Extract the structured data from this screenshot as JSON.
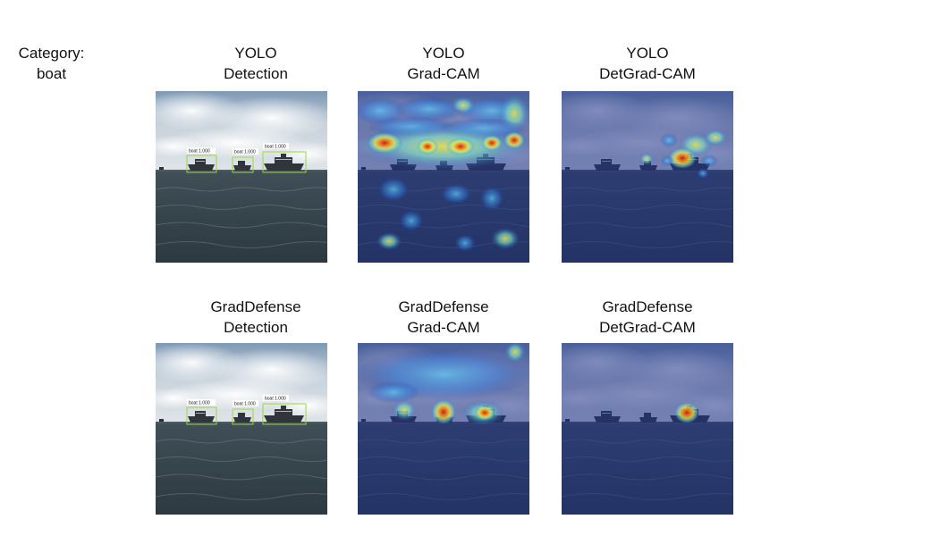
{
  "category": {
    "line1": "Category:",
    "line2": "boat"
  },
  "rows": [
    {
      "columns": [
        {
          "line1": "YOLO",
          "line2": "Detection"
        },
        {
          "line1": "YOLO",
          "line2": "Grad-CAM"
        },
        {
          "line1": "YOLO",
          "line2": "DetGrad-CAM"
        }
      ],
      "detections": [
        "boat 1.000",
        "boat 1.000",
        "boat 1.000"
      ]
    },
    {
      "columns": [
        {
          "line1": "GradDefense",
          "line2": "Detection"
        },
        {
          "line1": "GradDefense",
          "line2": "Grad-CAM"
        },
        {
          "line1": "GradDefense",
          "line2": "DetGrad-CAM"
        }
      ],
      "detections": [
        "boat 1.000",
        "boat 1.000",
        "boat 1.000"
      ]
    }
  ]
}
